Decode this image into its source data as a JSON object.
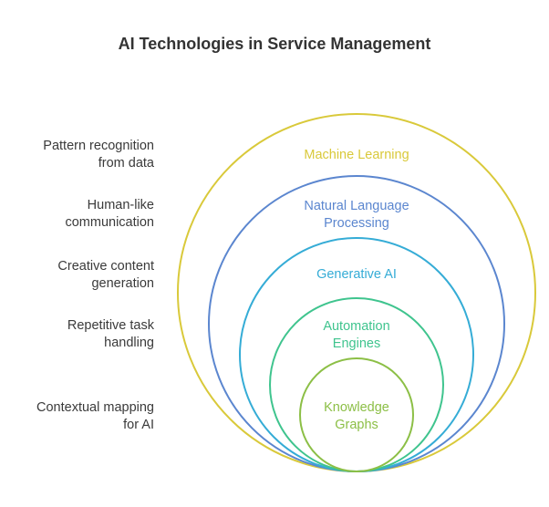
{
  "title": "AI Technologies in Service Management",
  "layers": [
    {
      "label": "Machine Learning",
      "description": "Pattern recognition\nfrom data",
      "color": "#d9c93a"
    },
    {
      "label": "Natural Language\nProcessing",
      "description": "Human-like\ncommunication",
      "color": "#5b86cf"
    },
    {
      "label": "Generative AI",
      "description": "Creative content\ngeneration",
      "color": "#35acd6"
    },
    {
      "label": "Automation\nEngines",
      "description": "Repetitive task\nhandling",
      "color": "#3fc48e"
    },
    {
      "label": "Knowledge\nGraphs",
      "description": "Contextual mapping\nfor AI",
      "color": "#8cbf46"
    }
  ]
}
